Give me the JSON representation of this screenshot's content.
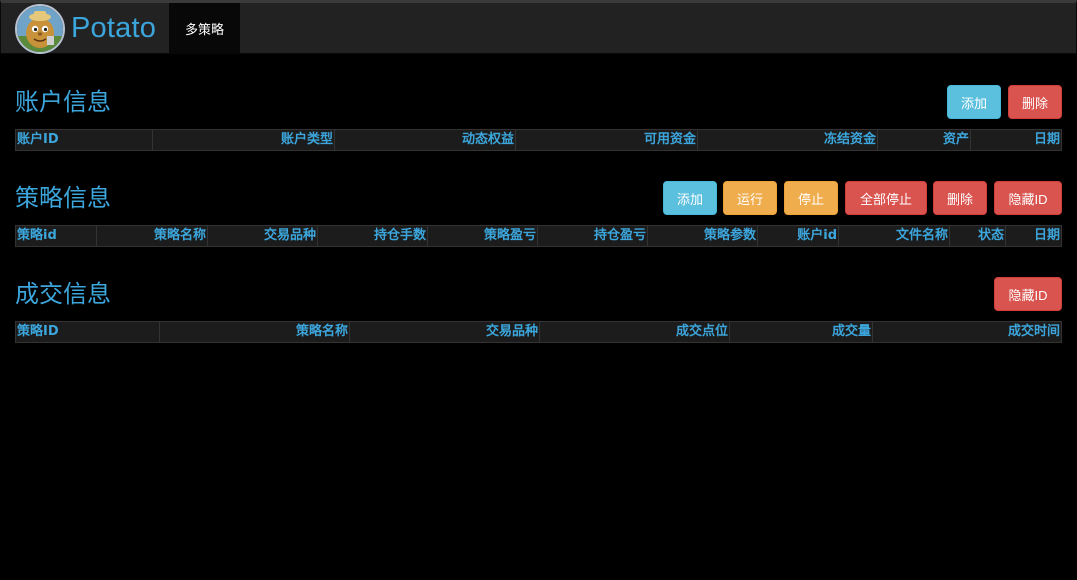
{
  "navbar": {
    "brand": "Potato",
    "tab": "多策略"
  },
  "colors": {
    "accent": "#3ca6dc",
    "info": "#5bc0de",
    "warning": "#f0ad4e",
    "danger": "#d9534f",
    "navbar_bg": "#222222"
  },
  "account": {
    "title": "账户信息",
    "buttons": {
      "add": "添加",
      "delete": "删除"
    },
    "columns": [
      "账户ID",
      "账户类型",
      "动态权益",
      "可用资金",
      "冻结资金",
      "资产",
      "日期"
    ]
  },
  "strategy": {
    "title": "策略信息",
    "buttons": {
      "add": "添加",
      "run": "运行",
      "stop": "停止",
      "stop_all": "全部停止",
      "delete": "删除",
      "hide_id": "隐藏ID"
    },
    "columns": [
      "策略id",
      "策略名称",
      "交易品种",
      "持仓手数",
      "策略盈亏",
      "持仓盈亏",
      "策略参数",
      "账户id",
      "文件名称",
      "状态",
      "日期"
    ]
  },
  "trade": {
    "title": "成交信息",
    "buttons": {
      "hide_id": "隐藏ID"
    },
    "columns": [
      "策略ID",
      "策略名称",
      "交易品种",
      "成交点位",
      "成交量",
      "成交时间"
    ]
  }
}
